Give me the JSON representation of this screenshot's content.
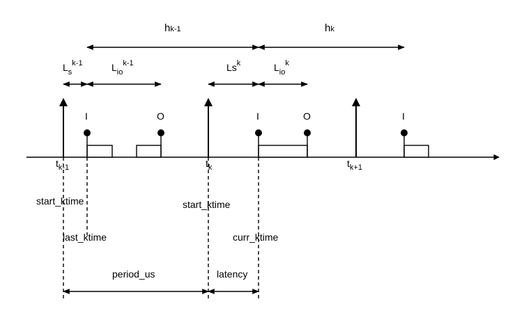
{
  "spans": {
    "h_prev": {
      "base": "h",
      "sub": "k-1"
    },
    "h_cur": {
      "base": "h",
      "sub": "k"
    },
    "ls_prev": {
      "base": "L",
      "sub": "s",
      "sup": "k-1"
    },
    "lio_prev": {
      "base": "L",
      "sub": "io",
      "sup": "k-1"
    },
    "ls_cur": {
      "base": "Ls",
      "sup": "k"
    },
    "lio_cur": {
      "base": "L",
      "sub": "io",
      "sup": "k"
    }
  },
  "markers": {
    "input_1": "I",
    "output_1": "O",
    "input_2": "I",
    "output_2": "O",
    "input_3": "I"
  },
  "ticks": {
    "t_prev": {
      "base": "t",
      "sub": "k-1"
    },
    "t_cur": {
      "base": "t",
      "sub": "k"
    },
    "t_next": {
      "base": "t",
      "sub": "k+1"
    }
  },
  "vars": {
    "start_ktime_1": "start_ktime",
    "last_ktime": "last_ktime",
    "start_ktime_2": "start_ktime",
    "curr_ktime": "curr_ktime",
    "period_us": "period_us",
    "latency": "latency"
  }
}
